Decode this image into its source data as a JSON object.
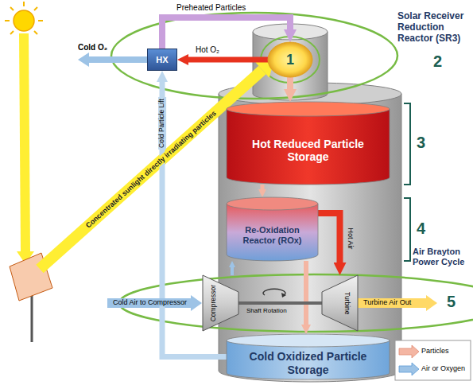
{
  "diagram": {
    "nodes": [
      {
        "text": [
          "HX"
        ]
      },
      {
        "text": [
          "1"
        ]
      },
      {
        "text": [
          "Hot Reduced Particle Storage"
        ]
      },
      {
        "text": [
          "Re-Oxidation Reactor (ROx)"
        ]
      },
      {
        "text": [
          "Compressor"
        ]
      },
      {
        "text": [
          "Turbine"
        ]
      },
      {
        "text": [
          "Cold Oxidized Particle Storage"
        ]
      }
    ],
    "edges": [
      {
        "from": 1,
        "to": 0,
        "label": "Hot O₂",
        "arrow": "to"
      },
      {
        "from": 0,
        "to": 1,
        "label": "Preheated Particles",
        "arrow": "to"
      },
      {
        "from": 1,
        "to": 2,
        "arrow": "to"
      },
      {
        "from": 2,
        "to": 3,
        "arrow": "to"
      },
      {
        "from": 3,
        "to": 5,
        "label": "Hot Air",
        "arrow": "to"
      },
      {
        "from": 4,
        "to": 3,
        "arrow": "to"
      },
      {
        "from": 3,
        "to": 6,
        "arrow": "to"
      },
      {
        "from": 6,
        "to": 0,
        "label": "Cold Particle Lift",
        "arrow": "to"
      },
      {
        "from": 4,
        "to": 5,
        "label": "Shaft Rotation",
        "arrow": "none"
      }
    ],
    "labels": [
      "Cold O₂",
      "Concentrated sunlight directly irradiating particles",
      "Solar Receiver Reduction Reactor (SR3)",
      "2",
      "3",
      "4",
      "Air Brayton Power Cycle",
      "5",
      "Cold Air to Compressor",
      "Turbine Air Out"
    ],
    "legend": [
      {
        "text": "Particles"
      },
      {
        "text": "Air or Oxygen"
      }
    ]
  }
}
